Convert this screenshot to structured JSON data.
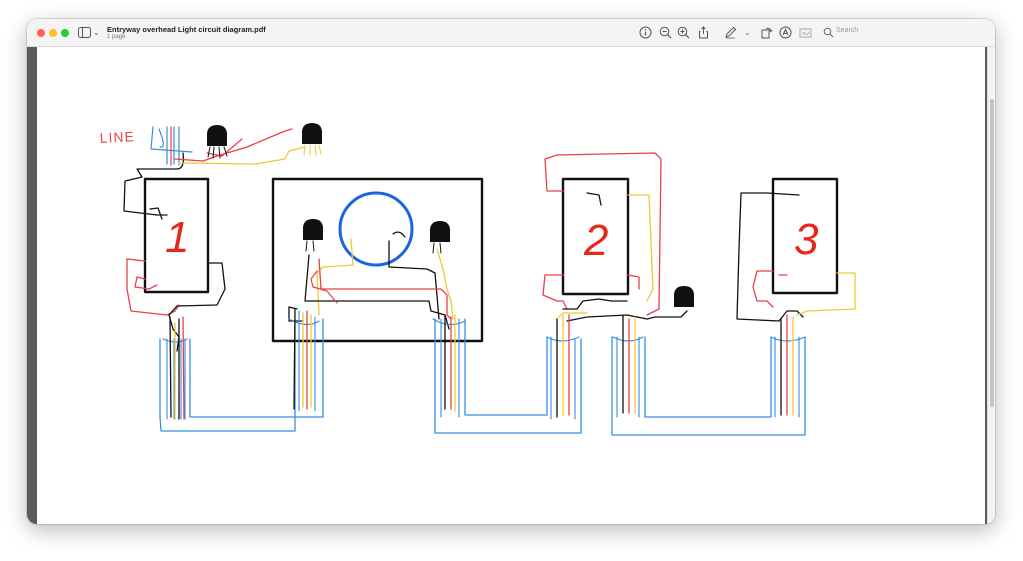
{
  "window": {
    "title": "Entryway overhead Light circuit diagram.pdf",
    "subtitle": "1 page"
  },
  "toolbar": {
    "search_placeholder": "Search",
    "icons": [
      "info-icon",
      "zoom-out-icon",
      "zoom-in-icon",
      "share-icon",
      "markup-pen-icon",
      "chevron-down-icon",
      "rotate-icon",
      "annotate-icon",
      "signature-icon",
      "search-icon"
    ]
  },
  "diagram": {
    "line_label": "LINE",
    "switch_labels": [
      "1",
      "2",
      "3"
    ],
    "colors": {
      "red": "#e8404a",
      "black": "#111111",
      "yellow": "#f0c832",
      "blue": "#3a8ee0",
      "light_fixture": "#1a66e0",
      "box_number": "#e8261a"
    }
  }
}
